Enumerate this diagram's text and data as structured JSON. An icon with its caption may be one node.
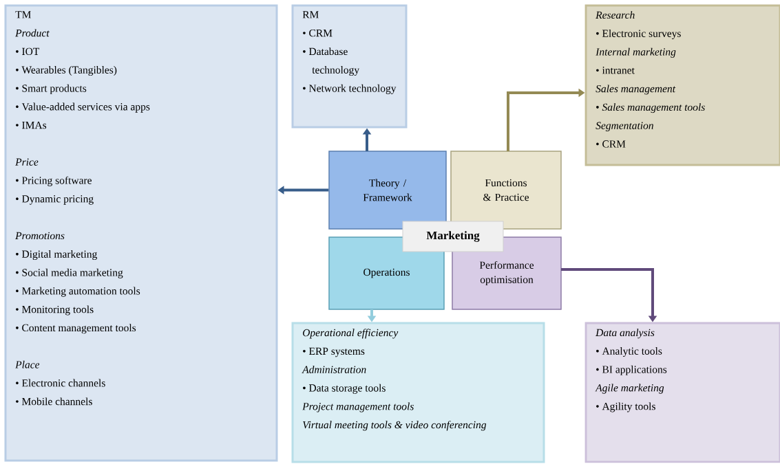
{
  "diagram": {
    "nodes": [
      {
        "text": [
          "TM",
          "Product",
          "• IOT",
          "• Wearables (Tangibles)",
          "• Smart products",
          "• Value-added services via apps",
          "• IMAs",
          "Price",
          "• Pricing software",
          "• Dynamic pricing",
          "Promotions",
          "• Digital marketing",
          "• Social media marketing",
          "• Marketing automation tools",
          "• Monitoring tools",
          "• Content management tools",
          "Place",
          "• Electronic channels",
          "• Mobile channels"
        ]
      },
      {
        "text": [
          "RM",
          "• CRM",
          "• Database technology",
          "• Network technology"
        ]
      },
      {
        "text": [
          "Research",
          "• Electronic surveys",
          "Internal marketing",
          "• intranet",
          "Sales management",
          "• *Sales management tools*",
          "Segmentation",
          "• CRM"
        ]
      },
      {
        "text": [
          "Theory / Framework"
        ]
      },
      {
        "text": [
          "Functions & Practice"
        ]
      },
      {
        "text": [
          "Marketing"
        ]
      },
      {
        "text": [
          "Operations"
        ]
      },
      {
        "text": [
          "Performance optimisation"
        ]
      },
      {
        "text": [
          "Operational efficiency",
          "• ERP systems",
          "Administration",
          "• Data storage tools",
          "Project management tools",
          "Virtual meeting tools & video conferencing"
        ]
      },
      {
        "text": [
          "Data analysis",
          "• Analytic tools",
          "• BI applications",
          "Agile marketing",
          "• Agility tools"
        ]
      }
    ],
    "edges": [
      {
        "from": 3,
        "to": 0,
        "arrow": "to",
        "color": "#385d8a"
      },
      {
        "from": 3,
        "to": 1,
        "arrow": "to",
        "color": "#385d8a"
      },
      {
        "from": 4,
        "to": 2,
        "arrow": "to",
        "color": "#948a54"
      },
      {
        "from": 6,
        "to": 8,
        "arrow": "to",
        "color": "#93cddd"
      },
      {
        "from": 7,
        "to": 9,
        "arrow": "to",
        "color": "#604a7b"
      }
    ]
  }
}
